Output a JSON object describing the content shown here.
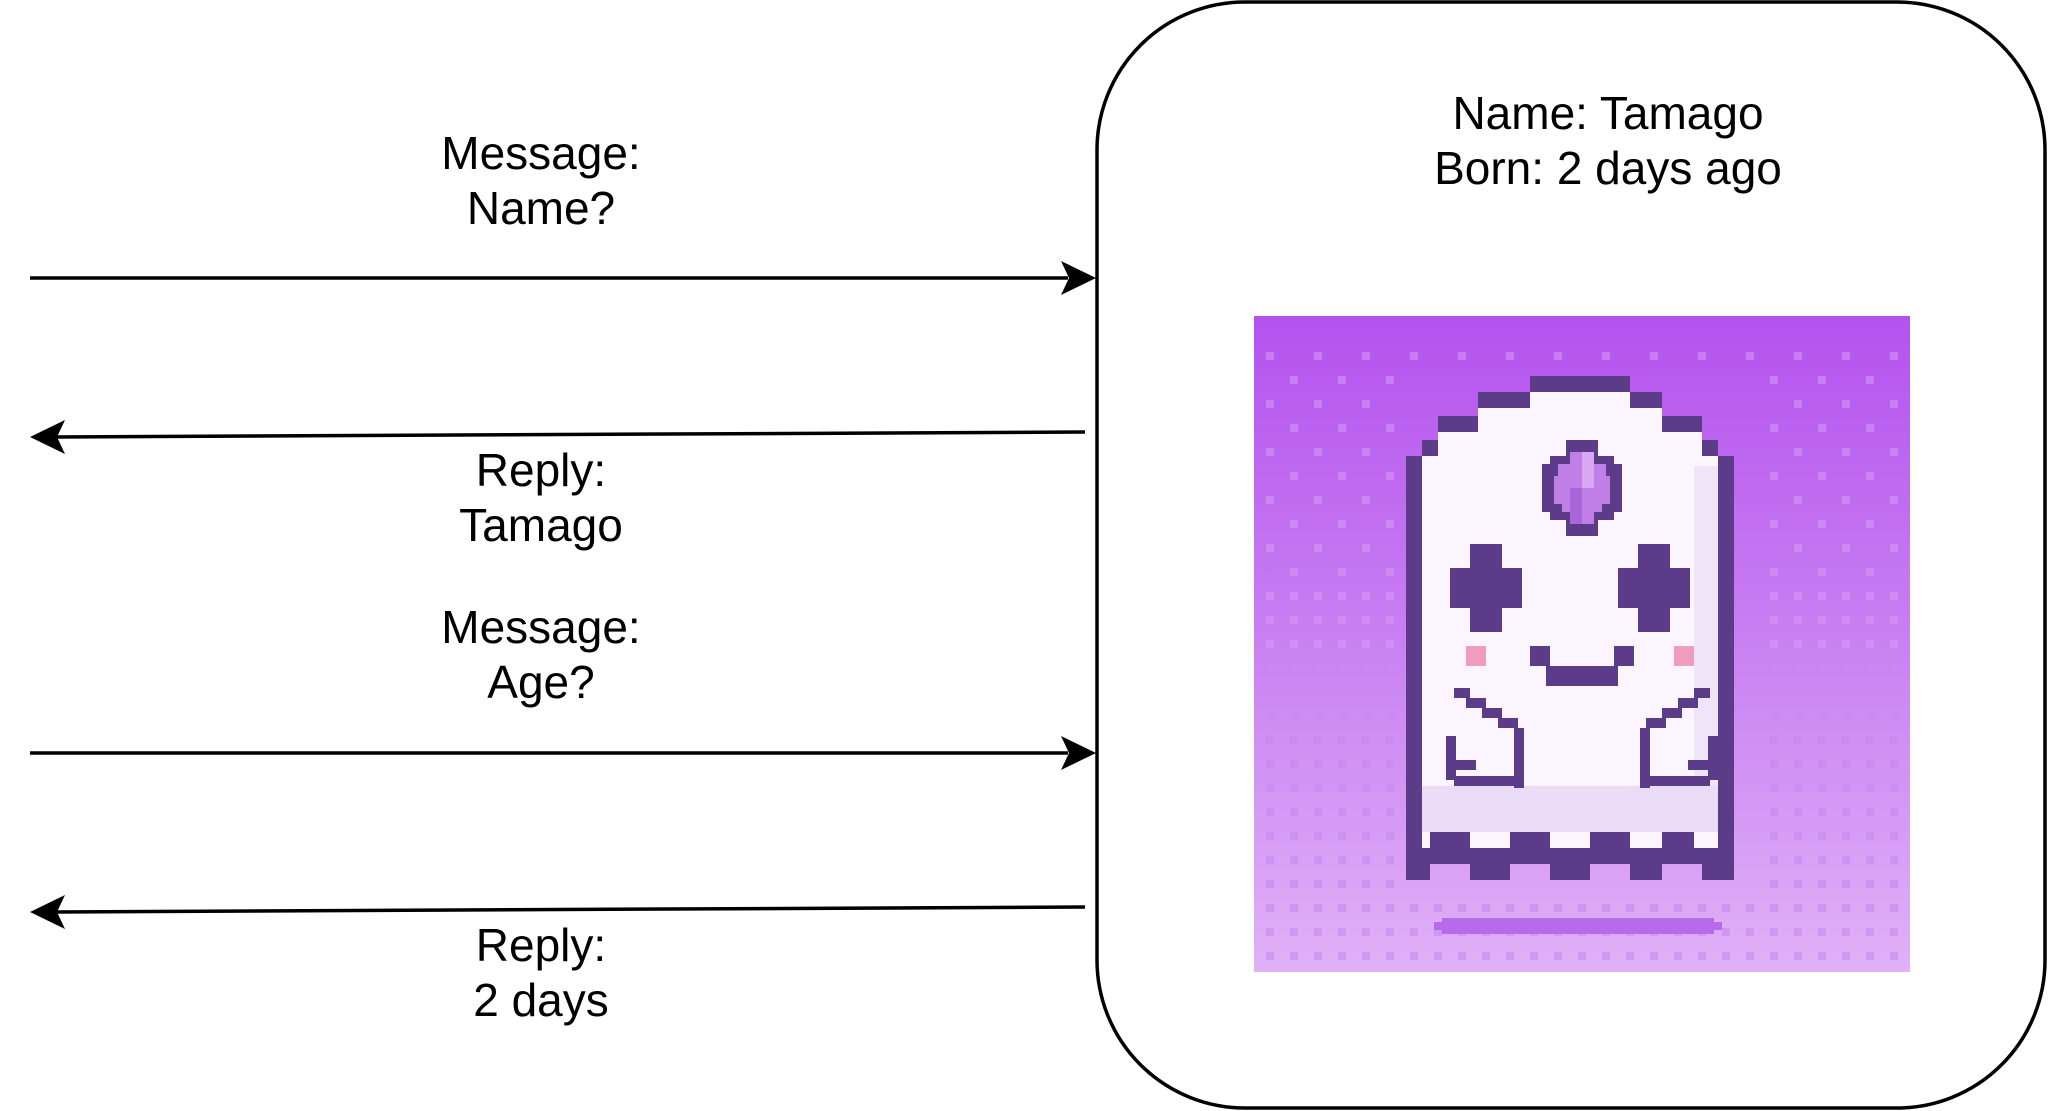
{
  "exchanges": [
    {
      "kind": "message",
      "heading": "Message:",
      "text": "Name?"
    },
    {
      "kind": "reply",
      "heading": "Reply:",
      "text": "Tamago"
    },
    {
      "kind": "message",
      "heading": "Message:",
      "text": "Age?"
    },
    {
      "kind": "reply",
      "heading": "Reply:",
      "text": "2 days"
    }
  ],
  "pet": {
    "name_line": "Name: Tamago",
    "born_line": "Born: 2 days ago",
    "icon": "pixel-ghost-pet-icon"
  },
  "colors": {
    "stroke": "#000000",
    "art_bg_top": "#b452ee",
    "art_bg_bottom": "#e0b1f7",
    "ghost_body": "#fbf5ff",
    "ghost_outline": "#5c3c88",
    "gem": "#c07fe6",
    "cheek": "#f29cbc",
    "shadow": "#b66bed"
  }
}
